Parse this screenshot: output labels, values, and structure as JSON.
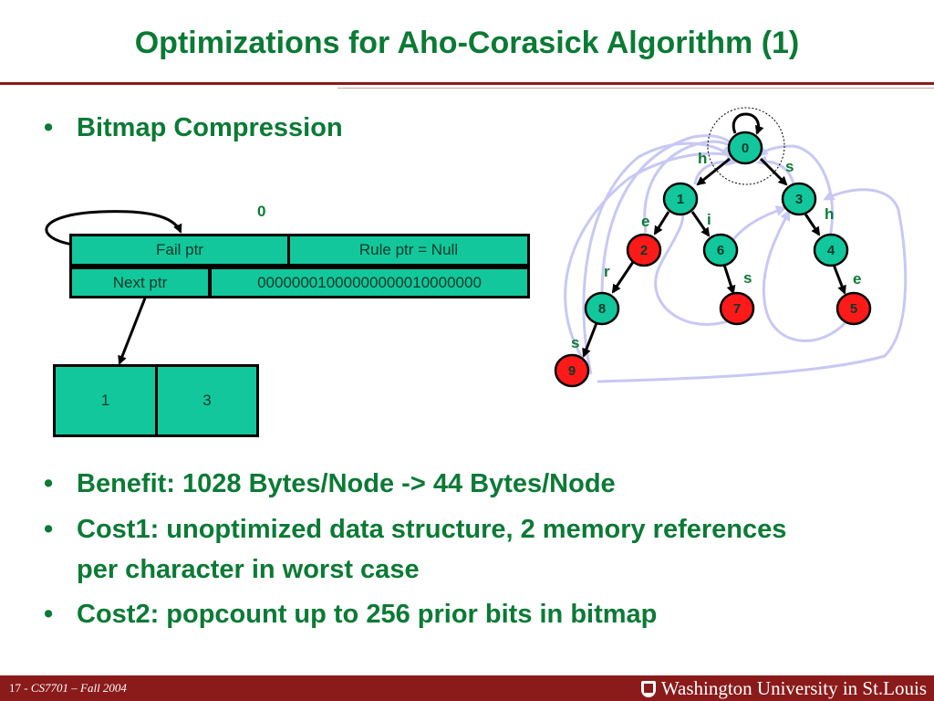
{
  "slide": {
    "title": "Optimizations for Aho-Corasick Algorithm (1)",
    "bullets": [
      "Bitmap Compression",
      "Benefit: 1028 Bytes/Node -> 44 Bytes/Node",
      "Cost1: unoptimized data structure, 2 memory references per character in worst case",
      "Cost2: popcount up to 256 prior bits in bitmap"
    ],
    "bullet_symbol": "•"
  },
  "node_struct": {
    "node_label": "0",
    "fail_ptr": "Fail ptr",
    "rule_ptr": "Rule ptr = Null",
    "next_ptr": "Next ptr",
    "bitmap": "00000001000000000010000000",
    "children": [
      "1",
      "3"
    ]
  },
  "trie": {
    "nodes": [
      "0",
      "1",
      "3",
      "2",
      "6",
      "4",
      "8",
      "7",
      "5",
      "9"
    ],
    "edge_labels": [
      "h",
      "s",
      "e",
      "i",
      "h",
      "r",
      "s",
      "e",
      "s"
    ],
    "colors": {
      "normal": "#12c79b",
      "match": "#ff1a1a",
      "failure_edge": "#c8c8f5"
    }
  },
  "footer": {
    "slide_number": "17",
    "course": "CS7701 – Fall 2004",
    "university": "Washington University in St.Louis"
  }
}
